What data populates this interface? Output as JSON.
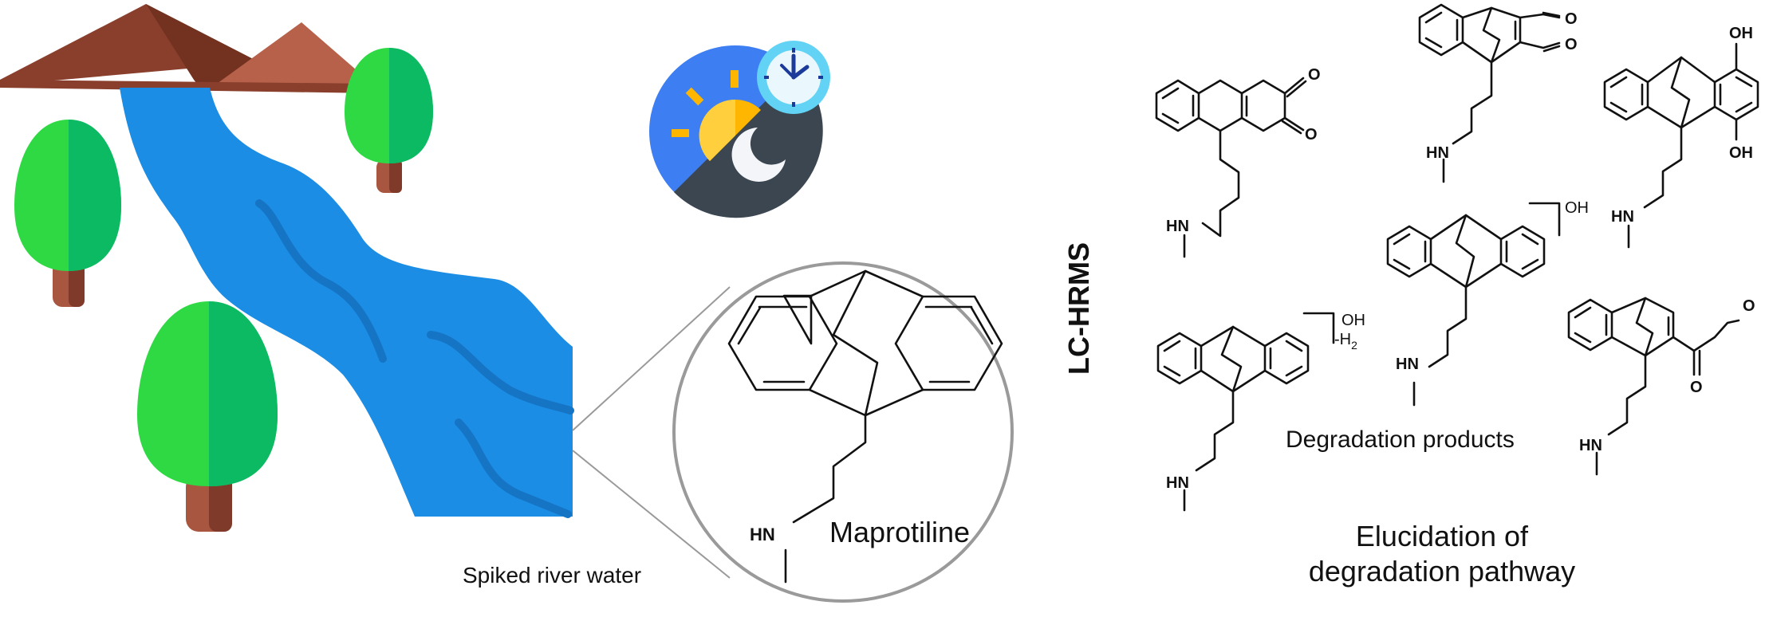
{
  "labels": {
    "spiked_river_water": "Spiked river water",
    "maprotiline": "Maprotiline",
    "lc_hrms": "LC-HRMS",
    "degradation_products": "Degradation products",
    "elucidation_line1": "Elucidation of",
    "elucidation_line2": "degradation pathway"
  },
  "atoms": {
    "O": "O",
    "OH": "OH",
    "HN": "HN",
    "H2_sub": "2",
    "minus_H": "-H"
  },
  "icons": {
    "landscape": "river-landscape-icon",
    "clock": "day-night-clock-icon",
    "magnifier": "magnifier-circle-icon"
  },
  "colors": {
    "river": "#1b8de4",
    "river_dark": "#1674c4",
    "mountain_dark": "#8a3f2d",
    "mountain_light": "#b7614a",
    "tree_light": "#2ed944",
    "tree_dark": "#0cba64",
    "trunk": "#a85640",
    "sky_blue": "#3d7ff2",
    "sun": "#ffb600",
    "night": "#3b4650",
    "clock_face": "#62d3f5"
  }
}
